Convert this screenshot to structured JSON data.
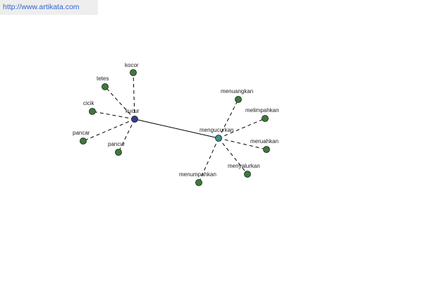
{
  "header": {
    "url": "http://www.artikata.com"
  },
  "graph": {
    "nodes": [
      {
        "id": "kucur",
        "label": "kucur",
        "role": "hub-primary",
        "color": "#3a3a8c"
      },
      {
        "id": "mengucurkan",
        "label": "mengucurkan",
        "role": "hub-secondary",
        "color": "#3e8f8f"
      },
      {
        "id": "kocor",
        "label": "kocor",
        "color": "#3c7a3c"
      },
      {
        "id": "tetes",
        "label": "tetes",
        "color": "#3c7a3c"
      },
      {
        "id": "cicik",
        "label": "cicik",
        "color": "#3c7a3c"
      },
      {
        "id": "pancar",
        "label": "pancar",
        "color": "#3c7a3c"
      },
      {
        "id": "pancur",
        "label": "pancur",
        "color": "#3c7a3c"
      },
      {
        "id": "menuangkan",
        "label": "menuangkan",
        "color": "#3c7a3c"
      },
      {
        "id": "melimpahkan",
        "label": "melimpahkan",
        "color": "#3c7a3c"
      },
      {
        "id": "meruahkan",
        "label": "meruahkan",
        "color": "#3c7a3c"
      },
      {
        "id": "menyalurkan",
        "label": "menyalurkan",
        "color": "#3c7a3c"
      },
      {
        "id": "menumpahkan",
        "label": "menumpahkan",
        "color": "#3c7a3c"
      }
    ],
    "edges": [
      {
        "from": "kucur",
        "to": "mengucurkan",
        "style": "solid"
      },
      {
        "from": "kucur",
        "to": "kocor",
        "style": "dashed"
      },
      {
        "from": "kucur",
        "to": "tetes",
        "style": "dashed"
      },
      {
        "from": "kucur",
        "to": "cicik",
        "style": "dashed"
      },
      {
        "from": "kucur",
        "to": "pancar",
        "style": "dashed"
      },
      {
        "from": "kucur",
        "to": "pancur",
        "style": "dashed"
      },
      {
        "from": "mengucurkan",
        "to": "menuangkan",
        "style": "dashed"
      },
      {
        "from": "mengucurkan",
        "to": "melimpahkan",
        "style": "dashed"
      },
      {
        "from": "mengucurkan",
        "to": "meruahkan",
        "style": "dashed"
      },
      {
        "from": "mengucurkan",
        "to": "menyalurkan",
        "style": "dashed"
      },
      {
        "from": "mengucurkan",
        "to": "menumpahkan",
        "style": "dashed"
      }
    ]
  }
}
